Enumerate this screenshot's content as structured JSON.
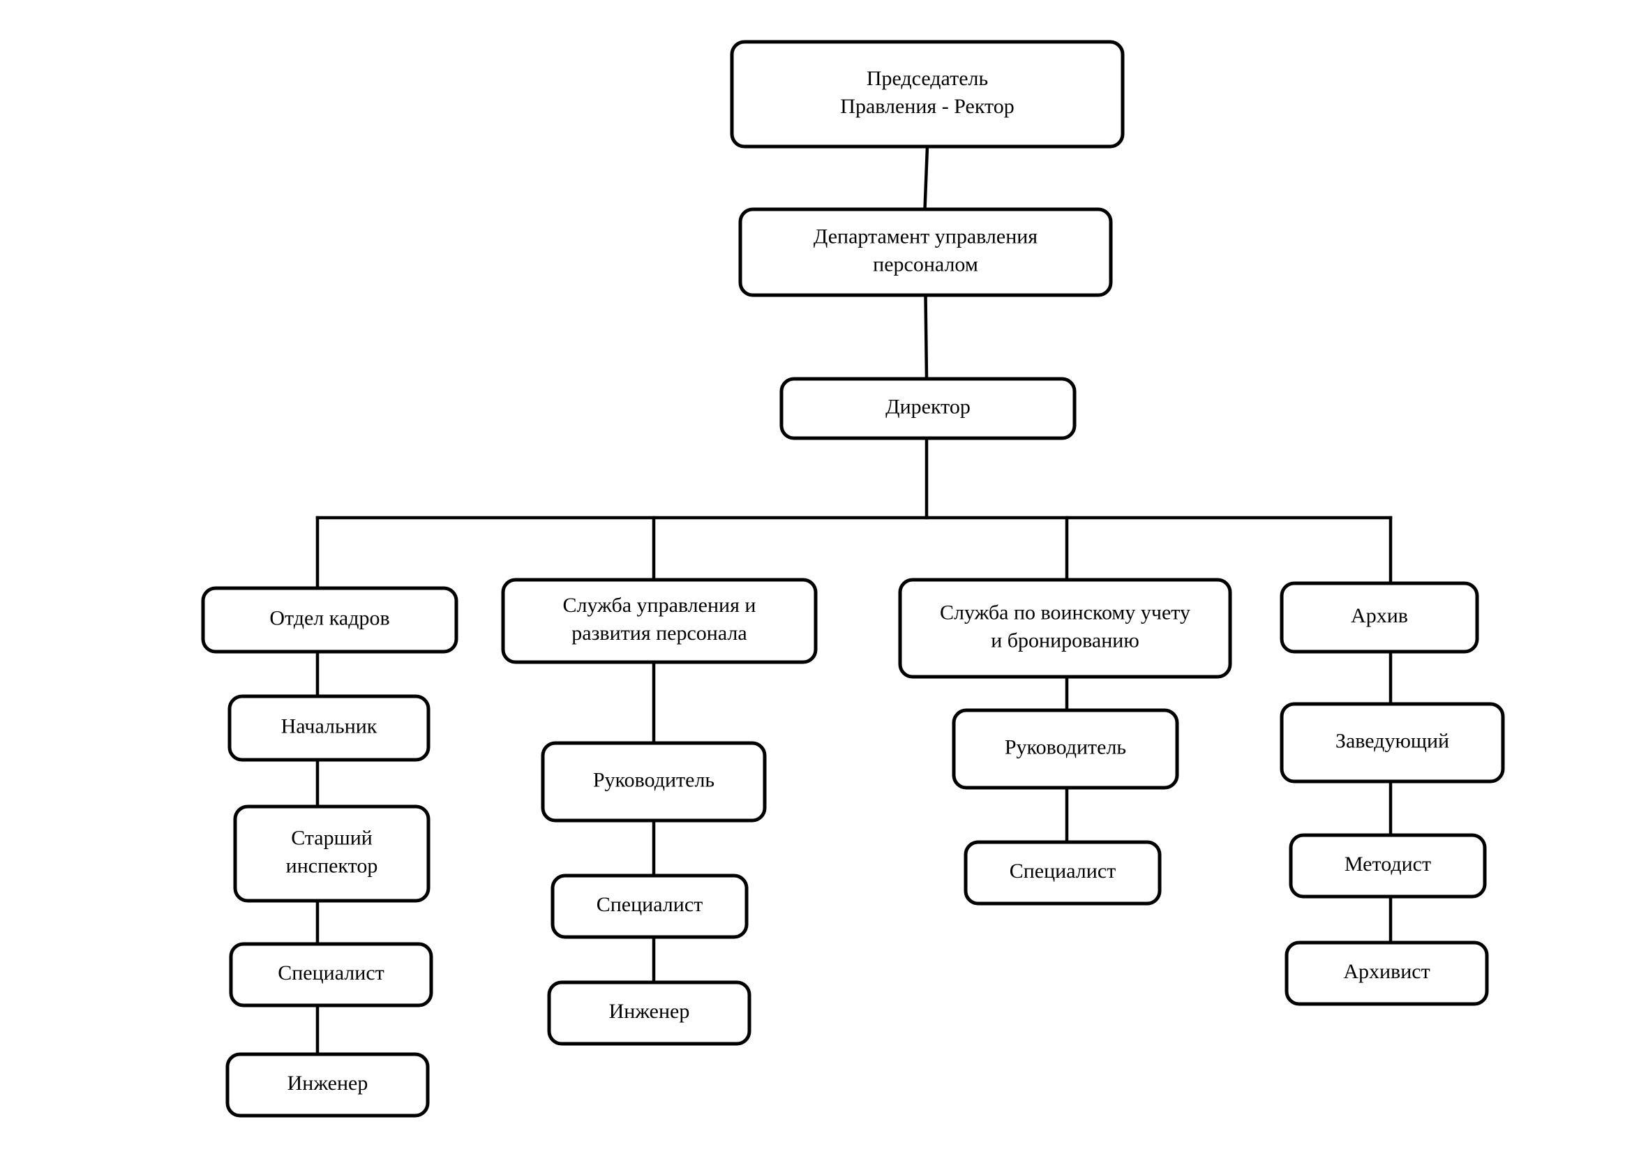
{
  "org_chart": {
    "root": {
      "label": [
        "Председатель",
        "Правления - Ректор"
      ]
    },
    "department": {
      "label": [
        "Департамент управления",
        "персоналом"
      ]
    },
    "director": {
      "label": [
        "Директор"
      ]
    },
    "branches": [
      {
        "head": [
          "Отдел кадров"
        ],
        "staff": [
          [
            "Начальник"
          ],
          [
            "Старший",
            "инспектор"
          ],
          [
            "Специалист"
          ],
          [
            "Инженер"
          ]
        ]
      },
      {
        "head": [
          "Служба управления и",
          "развития персонала"
        ],
        "staff": [
          [
            "Руководитель"
          ],
          [
            "Специалист"
          ],
          [
            "Инженер"
          ]
        ]
      },
      {
        "head": [
          "Служба по воинскому учету",
          "и бронированию"
        ],
        "staff": [
          [
            "Руководитель"
          ],
          [
            "Специалист"
          ]
        ]
      },
      {
        "head": [
          "Архив"
        ],
        "staff": [
          [
            "Заведующий"
          ],
          [
            "Методист"
          ],
          [
            "Архивист"
          ]
        ]
      }
    ]
  }
}
